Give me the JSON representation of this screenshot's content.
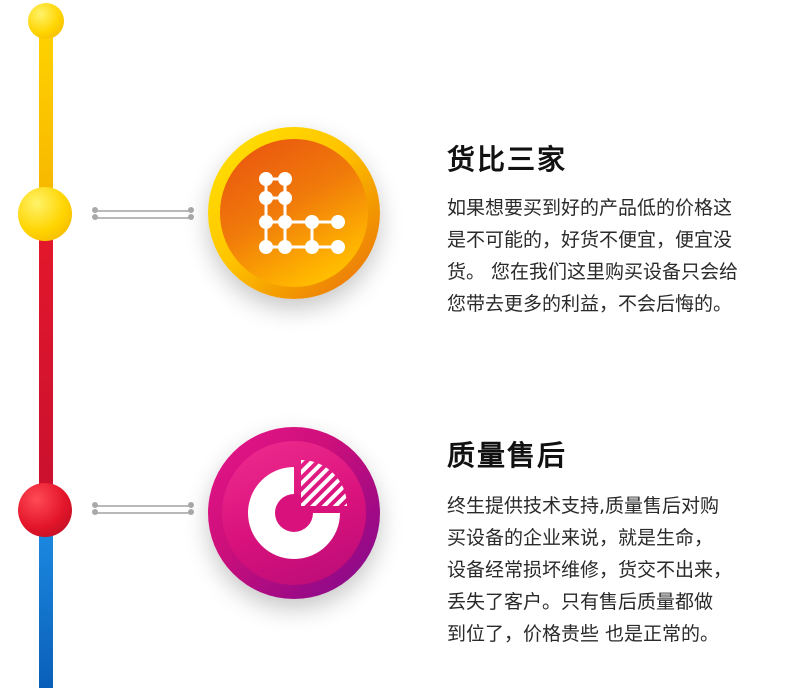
{
  "colors": {
    "timeline_yellow": "#ffd400",
    "timeline_red": "#e3152a",
    "timeline_blue": "#1e8ee6",
    "badge_orange": "#f07a0a",
    "badge_magenta": "#d8117c"
  },
  "sections": [
    {
      "title": "货比三家",
      "icon": "grid-dots-icon",
      "lines": [
        "如果想要买到好的产品低的价格这",
        "是不可能的，好货不便宜，便宜没",
        "货。 您在我们这里购买设备只会给",
        "您带去更多的利益，不会后悔的。"
      ]
    },
    {
      "title": "质量售后",
      "icon": "pie-chart-icon",
      "lines": [
        "终生提供技术支持,质量售后对购",
        "买设备的企业来说，就是生命，",
        "设备经常损坏维修，货交不出来，",
        "丢失了客户。只有售后质量都做",
        "到位了，价格贵些 也是正常的。"
      ]
    }
  ]
}
